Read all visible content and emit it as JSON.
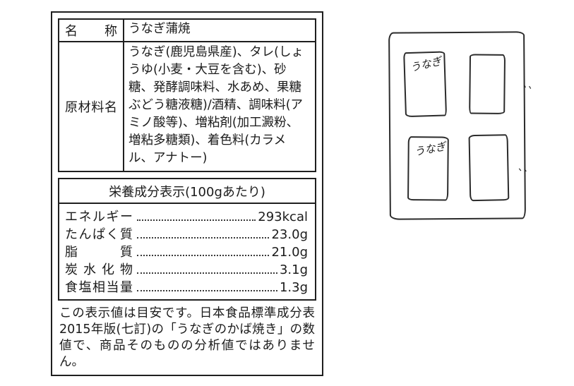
{
  "label": {
    "spec": [
      {
        "key": "名称",
        "value": "うなぎ蒲焼"
      },
      {
        "key": "原材料名",
        "value": "うなぎ(鹿児島県産)、タレ(しょうゆ(小麦・大豆を含む)、砂糖、発酵調味料、水あめ、果糖ぶどう糖液糖)/酒精、調味料(アミノ酸等)、増粘剤(加工澱粉、増粘多糖類)、着色料(カラメル、アナトー)"
      }
    ],
    "nutrition": {
      "title": "栄養成分表示(100gあたり)",
      "rows": [
        {
          "name": "エネルギー",
          "value": "293kcal"
        },
        {
          "name": "たんぱく質",
          "value": "23.0g"
        },
        {
          "name": "脂質",
          "value": "21.0g"
        },
        {
          "name": "炭水化物",
          "value": "3.1g"
        },
        {
          "name": "食塩相当量",
          "value": "1.3g"
        }
      ]
    },
    "disclaimer": "この表示値は目安です。日本食品標準成分表2015年版(七訂)の「うなぎのかば焼き」の数値で、商品そのものの分析値ではありません。"
  },
  "sketch": {
    "packs": [
      {
        "label": "うなぎ"
      },
      {
        "label": ""
      },
      {
        "label": "うなぎ"
      },
      {
        "label": ""
      }
    ],
    "ticks": [
      "、、",
      "、、"
    ]
  }
}
